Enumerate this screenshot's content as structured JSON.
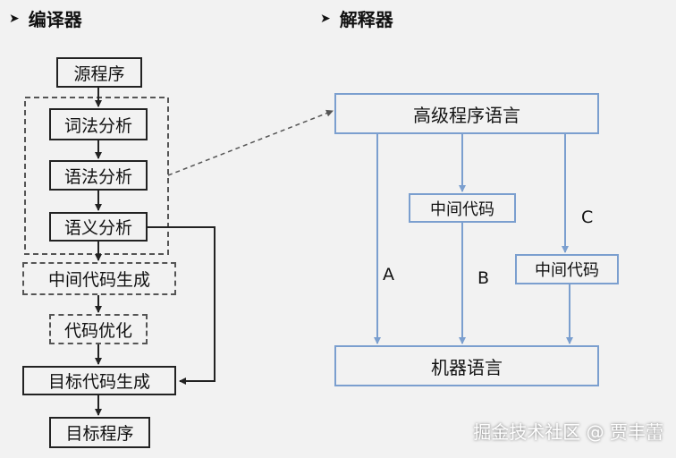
{
  "headings": {
    "compiler": "编译器",
    "interpreter": "解释器"
  },
  "compiler": {
    "source": "源程序",
    "lexical": "词法分析",
    "syntax": "语法分析",
    "semantic": "语义分析",
    "intermediate": "中间代码生成",
    "optimize": "代码优化",
    "target_gen": "目标代码生成",
    "target": "目标程序"
  },
  "interpreter": {
    "high_level": "高级程序语言",
    "intermediate_b": "中间代码",
    "intermediate_c": "中间代码",
    "machine": "机器语言",
    "path_a": "A",
    "path_b": "B",
    "path_c": "C"
  },
  "watermark": "掘金技术社区 @ 贾丰蕾",
  "colors": {
    "black_line": "#222222",
    "blue_line": "#7b9fcf",
    "dashed": "#555555"
  }
}
